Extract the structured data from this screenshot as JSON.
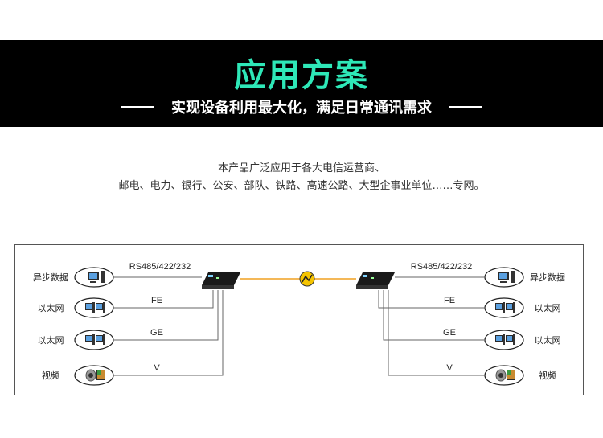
{
  "header": {
    "title": "应用方案",
    "subtitle": "实现设备利用最大化，满足日常通讯需求"
  },
  "intro": {
    "line1": "本产品广泛应用于各大电信运营商、",
    "line2": "邮电、电力、银行、公安、部队、铁路、高速公路、大型企事业单位……专网。"
  },
  "diagram": {
    "left": {
      "rows": [
        {
          "label": "异步数据",
          "line_label": "RS485/422/232",
          "icon": "computer-icon"
        },
        {
          "label": "以太网",
          "line_label": "FE",
          "icon": "ethernet-computers-icon"
        },
        {
          "label": "以太网",
          "line_label": "GE",
          "icon": "ethernet-computers-icon"
        },
        {
          "label": "视频",
          "line_label": "V",
          "icon": "camera-monitor-icon"
        }
      ]
    },
    "right": {
      "rows": [
        {
          "label": "异步数据",
          "line_label": "RS485/422/232",
          "icon": "computer-icon"
        },
        {
          "label": "以太网",
          "line_label": "FE",
          "icon": "ethernet-computers-icon"
        },
        {
          "label": "以太网",
          "line_label": "GE",
          "icon": "ethernet-computers-icon"
        },
        {
          "label": "视频",
          "line_label": "V",
          "icon": "camera-monitor-icon"
        }
      ]
    },
    "link_icon": "fiber-link-icon",
    "device_icon": "optical-transceiver-icon",
    "colors": {
      "fiber": "#f0a020",
      "line": "#666666",
      "accent": "#2ee8b8"
    }
  }
}
